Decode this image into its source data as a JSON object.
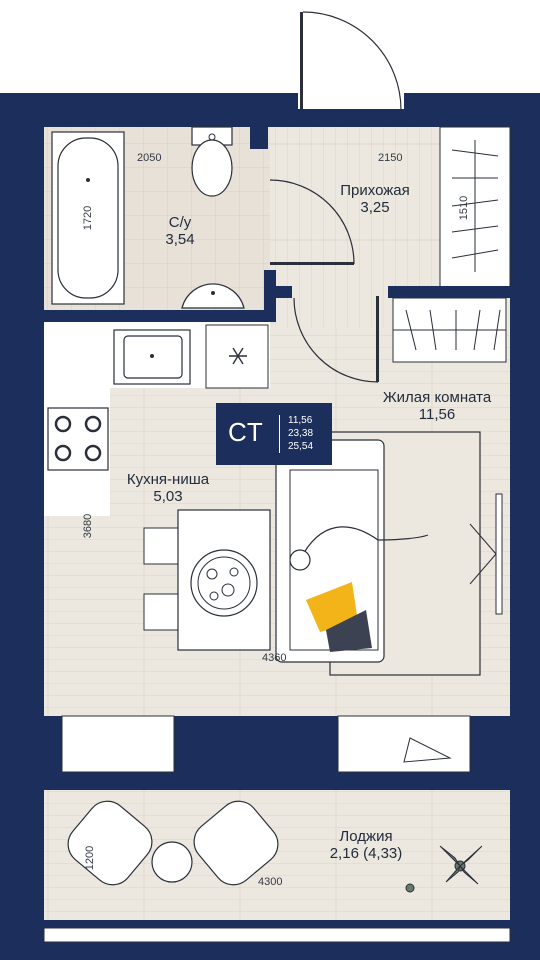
{
  "plan": {
    "colors": {
      "wall": "#1c2e5c",
      "floor_tile": "#e7e1d7",
      "floor_wood": "#ede8df",
      "outline": "#2a2f3a",
      "pillow_accent": "#f2b418",
      "pillow_dark": "#3c4252"
    },
    "rooms": {
      "bathroom": {
        "name": "С/у",
        "area": "3,54"
      },
      "hallway": {
        "name": "Прихожая",
        "area": "3,25"
      },
      "living": {
        "name": "Жилая комната",
        "area": "11,56"
      },
      "kitchen": {
        "name": "Кухня-ниша",
        "area": "5,03"
      },
      "loggia": {
        "name": "Лоджия",
        "area": "2,16 (4,33)"
      }
    },
    "dimensions": {
      "bath_width": "2050",
      "hall_width": "2150",
      "bath_height": "1720",
      "wardrobe_height": "1510",
      "kitchen_height": "3680",
      "room_width": "4360",
      "loggia_height": "1200",
      "loggia_width": "4300"
    },
    "badge": {
      "type": "СТ",
      "living_area": "11,56",
      "total_area": "23,38",
      "total_with_loggia": "25,54"
    },
    "icons": [
      "bathtub-icon",
      "toilet-icon",
      "sink-icon",
      "stove-icon",
      "snowflake-icon",
      "wardrobe-icon",
      "sofa-icon",
      "armchair-icon",
      "plant-icon",
      "plate-icon"
    ]
  }
}
